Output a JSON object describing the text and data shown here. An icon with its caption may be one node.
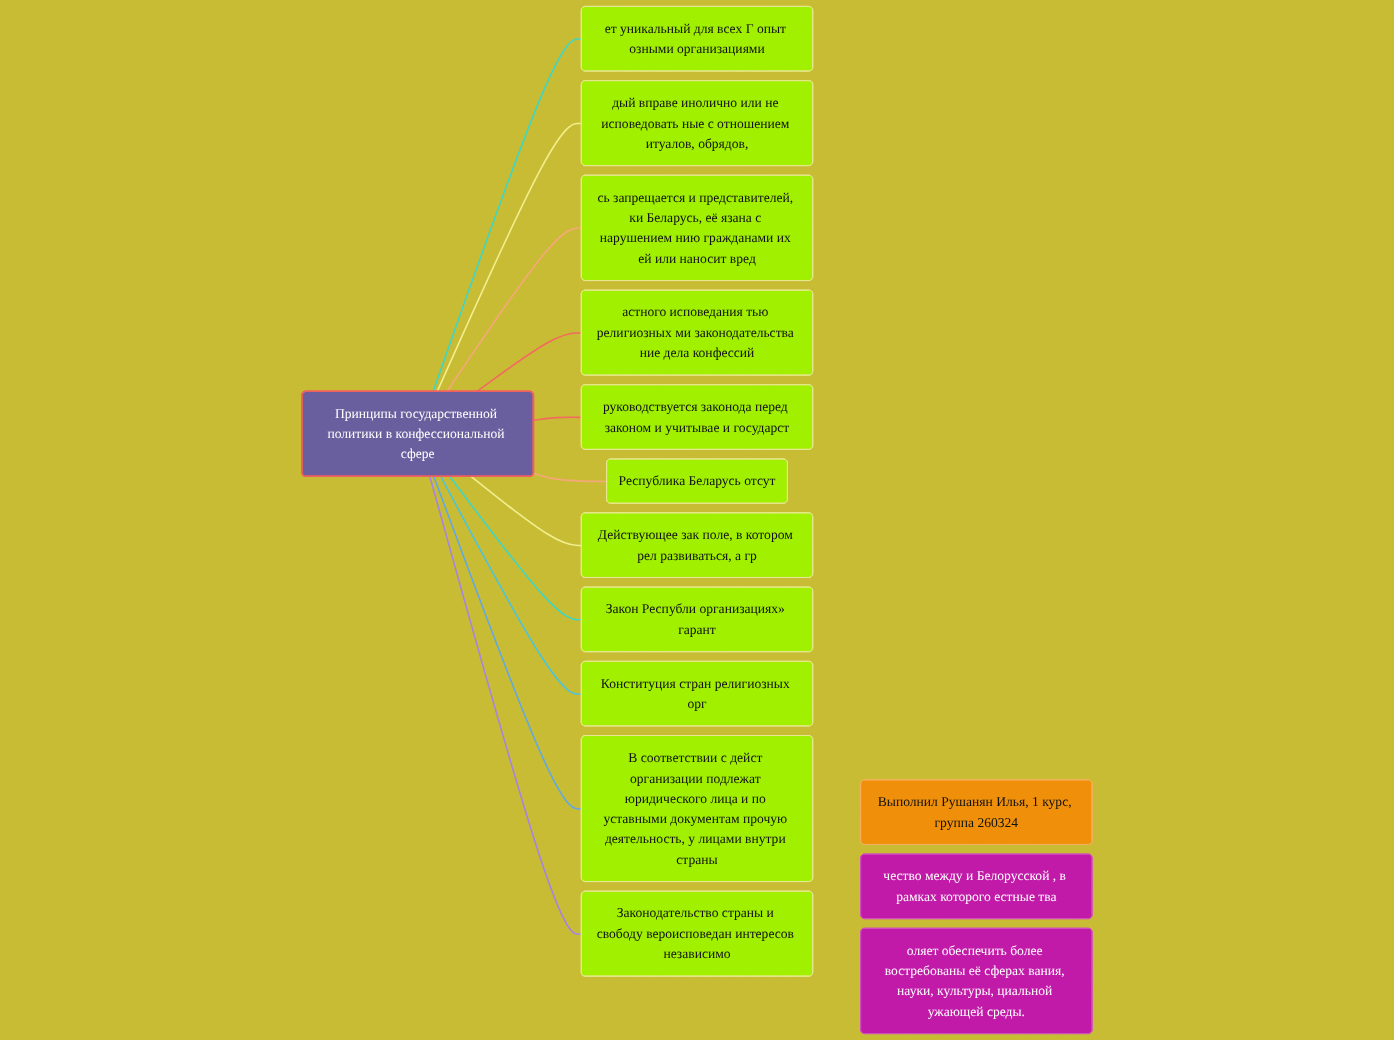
{
  "diagram": {
    "nodes": [
      {
        "text": [
          "Принципы государственной политики в конфессиональной сфере"
        ]
      },
      {
        "text": [
          "Выполнил Рушанян Илья, 1 курс, группа 260324"
        ]
      },
      {
        "text": [
          "ет уникальный для всех Г опыт озными организациями"
        ]
      },
      {
        "text": [
          "чество между и Белорусской , в рамках которого естные тва"
        ]
      },
      {
        "text": [
          "оляет обеспечить более востребованы её сферах вания, науки, культуры, циальной ужающей среды."
        ]
      },
      {
        "text": [
          "дый вправе инолично или не исповедовать ные с отношением итуалов, обрядов,"
        ]
      },
      {
        "text": [
          "сь запрещается и представителей, ки Беларусь, её язана с нарушением нию гражданами их ей или наносит вред"
        ]
      },
      {
        "text": [
          "астного исповедания тью религиозных ми законодательства ние дела конфессий"
        ]
      },
      {
        "text": [
          "руководствуется законода перед законом и учитывае и государст"
        ]
      },
      {
        "text": [
          "Республика Беларусь отсут"
        ]
      },
      {
        "text": [
          "Действующее зак поле, в котором рел развиваться, а гр"
        ]
      },
      {
        "text": [
          "Закон Республи организациях» гарант"
        ]
      },
      {
        "text": [
          "Конституция стран религиозных орг"
        ]
      },
      {
        "text": [
          "В соответствии с дейст организации подлежат юридического лица и по уставными документам прочую деятельность, у лицами внутри страны"
        ]
      },
      {
        "text": [
          "Законодательство страны и свободу вероисповедан интересов независимо"
        ]
      }
    ],
    "edges": [
      {
        "from": 0,
        "to": 2,
        "arrow": "none",
        "color": "#3fd6c4"
      },
      {
        "from": 0,
        "to": 5,
        "arrow": "none",
        "color": "#f2ee8c"
      },
      {
        "from": 0,
        "to": 6,
        "arrow": "none",
        "color": "#f5a878"
      },
      {
        "from": 0,
        "to": 7,
        "arrow": "none",
        "color": "#f26b5e"
      },
      {
        "from": 0,
        "to": 8,
        "arrow": "none",
        "color": "#f26b5e"
      },
      {
        "from": 0,
        "to": 9,
        "arrow": "none",
        "color": "#f5a878"
      },
      {
        "from": 0,
        "to": 10,
        "arrow": "none",
        "color": "#f2ee8c"
      },
      {
        "from": 0,
        "to": 11,
        "arrow": "none",
        "color": "#3fd6c4"
      },
      {
        "from": 0,
        "to": 12,
        "arrow": "none",
        "color": "#4cc4dc"
      },
      {
        "from": 0,
        "to": 13,
        "arrow": "none",
        "color": "#62a8e4"
      },
      {
        "from": 0,
        "to": 14,
        "arrow": "none",
        "color": "#a684e2"
      }
    ]
  }
}
